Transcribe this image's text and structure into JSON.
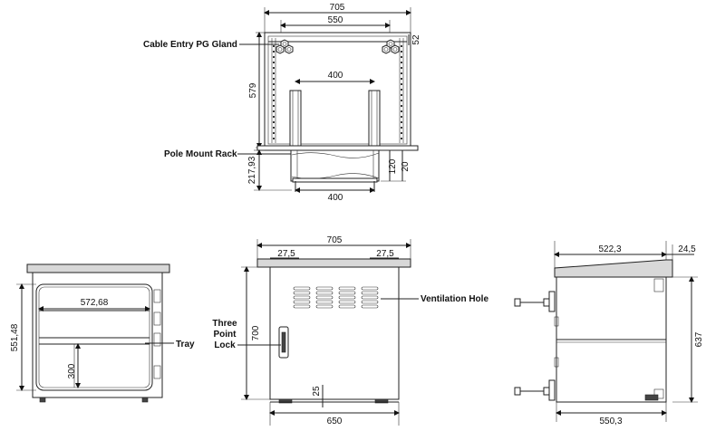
{
  "dimensions": {
    "top_width": "705",
    "top_gland_spacing": "550",
    "top_edge": "52",
    "top_height": "579",
    "top_pole_spacing": "400",
    "top_rack_height": "217,93",
    "top_rack_120": "120",
    "top_rack_20": "20",
    "top_rack_bottom": "400",
    "front_width": "705",
    "front_left_margin": "27,5",
    "front_right_margin": "27,5",
    "front_height": "700",
    "front_foot": "25",
    "front_base": "650",
    "left_inner": "572,68",
    "left_height": "551,48",
    "left_tray": "300",
    "side_depth": "522,3",
    "side_lip": "24,5",
    "side_height": "637",
    "side_base": "550,3"
  },
  "labels": {
    "cable_entry": "Cable Entry PG Gland",
    "pole_mount": "Pole Mount Rack",
    "tray": "Tray",
    "ventilation": "Ventilation Hole",
    "lock_1": "Three",
    "lock_2": "Point",
    "lock_3": "Lock"
  }
}
